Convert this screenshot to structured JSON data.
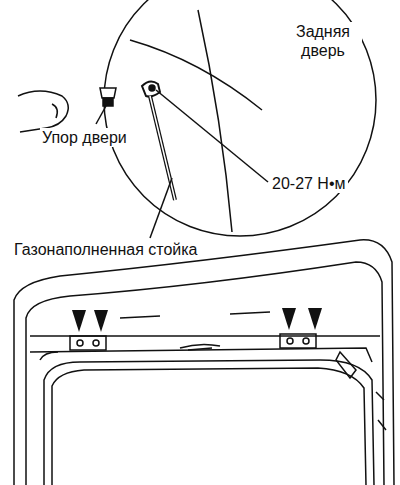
{
  "diagram": {
    "labels": [
      "Задняя дверь",
      "Упор двери",
      "20-27 Н•м",
      "Газонаполненная стойка"
    ]
  }
}
